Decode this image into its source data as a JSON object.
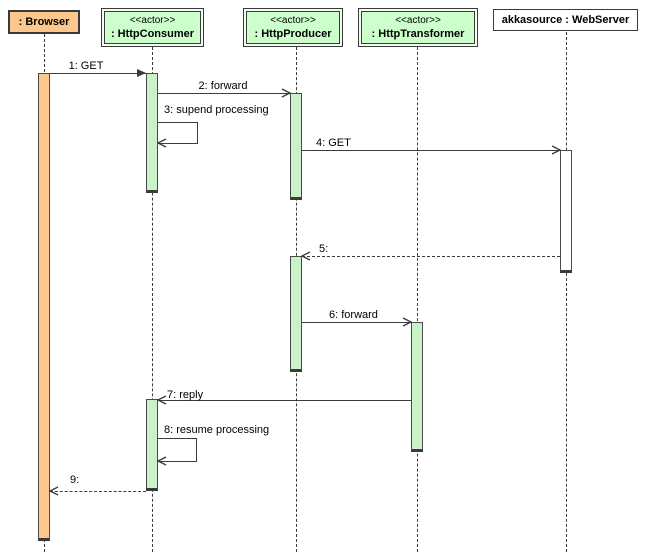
{
  "diagram": {
    "kind": "uml-sequence-diagram",
    "participants": [
      {
        "stereotype": "",
        "name": ": Browser"
      },
      {
        "stereotype": "<<actor>>",
        "name": ": HttpConsumer"
      },
      {
        "stereotype": "<<actor>>",
        "name": ": HttpProducer"
      },
      {
        "stereotype": "<<actor>>",
        "name": ": HttpTransformer"
      },
      {
        "stereotype": "",
        "name": "akkasource : WebServer"
      }
    ],
    "messages": [
      {
        "label": "1: GET",
        "from": ": Browser",
        "to": ": HttpConsumer",
        "line": "solid",
        "arrow": "filled"
      },
      {
        "label": "2: forward",
        "from": ": HttpConsumer",
        "to": ": HttpProducer",
        "line": "solid",
        "arrow": "open"
      },
      {
        "label": "3: supend processing",
        "from": ": HttpConsumer",
        "to": ": HttpConsumer",
        "line": "solid",
        "arrow": "open",
        "self": true
      },
      {
        "label": "4: GET",
        "from": ": HttpProducer",
        "to": "akkasource : WebServer",
        "line": "solid",
        "arrow": "open"
      },
      {
        "label": "5:",
        "from": "akkasource : WebServer",
        "to": ": HttpProducer",
        "line": "dashed",
        "arrow": "open"
      },
      {
        "label": "6: forward",
        "from": ": HttpProducer",
        "to": ": HttpTransformer",
        "line": "solid",
        "arrow": "open"
      },
      {
        "label": "7: reply",
        "from": ": HttpTransformer",
        "to": ": HttpConsumer",
        "line": "solid",
        "arrow": "open"
      },
      {
        "label": "8: resume processing",
        "from": ": HttpConsumer",
        "to": ": HttpConsumer",
        "line": "solid",
        "arrow": "open",
        "self": true
      },
      {
        "label": "9:",
        "from": ": HttpConsumer",
        "to": ": Browser",
        "line": "dashed",
        "arrow": "open"
      }
    ],
    "colors": {
      "actor_fill": "#ccffcc",
      "activation_fill": "#c9f2c9",
      "browser_fill": "#fbc78c",
      "server_fill": "#ffffff",
      "border": "#3c3c3c",
      "background": "#ffffff"
    }
  }
}
